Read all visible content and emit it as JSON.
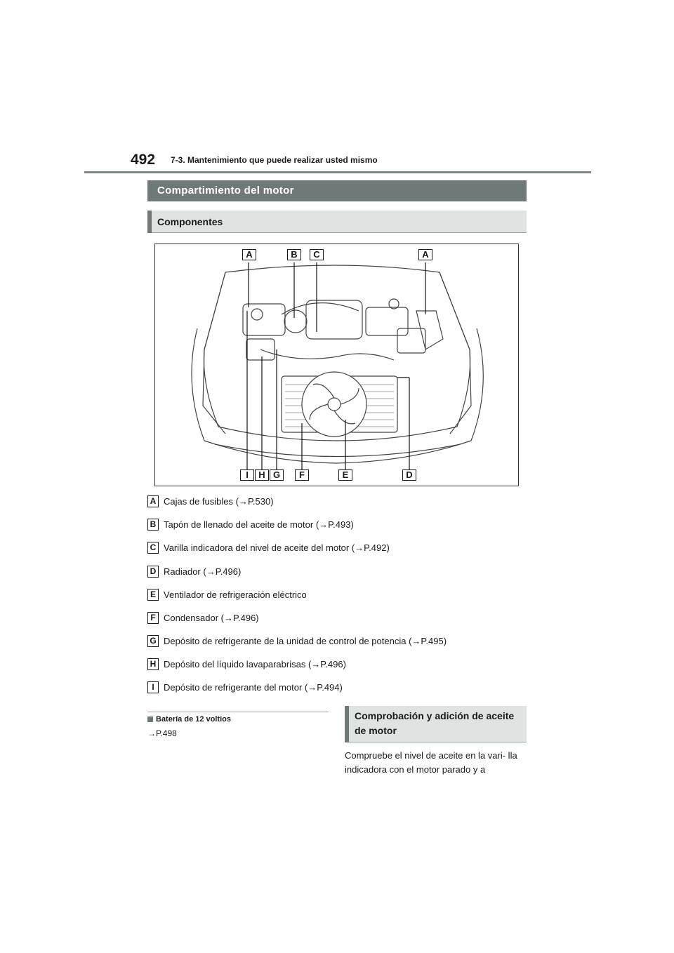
{
  "header": {
    "page_number": "492",
    "section": "7-3. Mantenimiento que puede realizar usted mismo"
  },
  "title": "Compartimiento del motor",
  "subtitle": "Componentes",
  "figure": {
    "top_labels": [
      "A",
      "B",
      "C",
      "A"
    ],
    "bottom_labels": [
      "I",
      "H",
      "G",
      "F",
      "E",
      "D"
    ]
  },
  "legend": [
    {
      "key": "A",
      "text": "Cajas de fusibles (→P.530)"
    },
    {
      "key": "B",
      "text": "Tapón de llenado del aceite de motor (→P.493)"
    },
    {
      "key": "C",
      "text": "Varilla indicadora del nivel de aceite del motor (→P.492)"
    },
    {
      "key": "D",
      "text": "Radiador (→P.496)"
    },
    {
      "key": "E",
      "text": "Ventilador de refrigeración eléctrico"
    },
    {
      "key": "F",
      "text": "Condensador (→P.496)"
    },
    {
      "key": "G",
      "text": "Depósito de refrigerante de la unidad de control de potencia (→P.495)"
    },
    {
      "key": "H",
      "text": "Depósito del líquido lavaparabrisas (→P.496)"
    },
    {
      "key": "I",
      "text": "Depósito de refrigerante del motor (→P.494)"
    }
  ],
  "battery": {
    "title": "Batería de 12 voltios",
    "ref": "→P.498"
  },
  "check_section": {
    "title": "Comprobación y adición de aceite de motor",
    "body": "Compruebe el nivel de aceite en la vari- lla indicadora con el motor parado y a"
  }
}
